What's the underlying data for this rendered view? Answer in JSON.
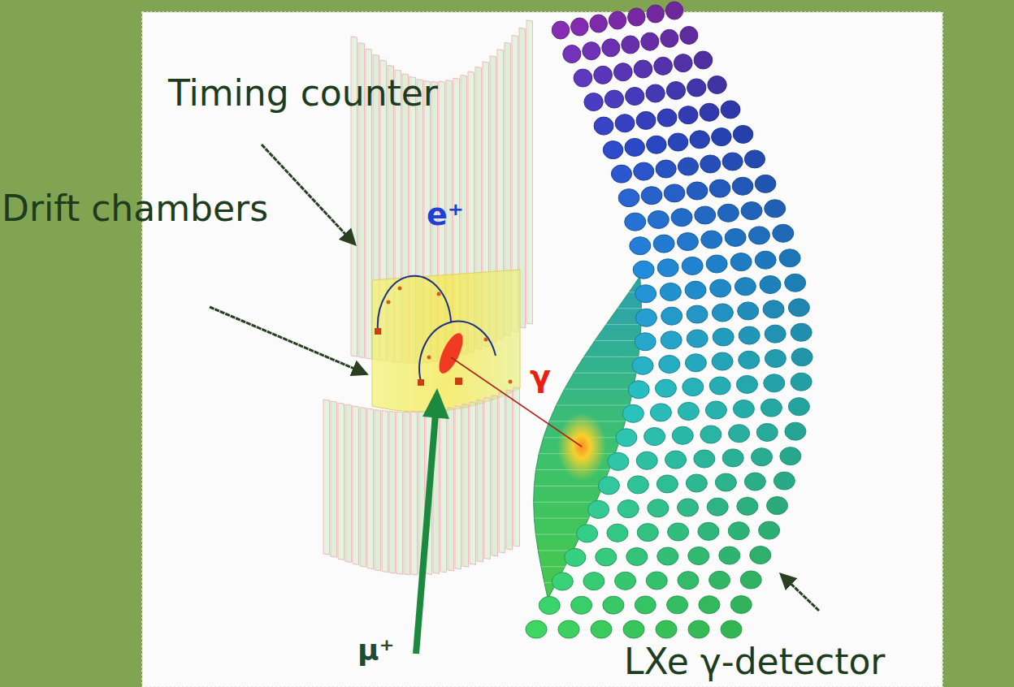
{
  "diagram": {
    "labels": [
      "Timing counter",
      "Drift chambers",
      "e⁺",
      "γ",
      "μ⁺",
      "LXe γ-detector"
    ]
  }
}
